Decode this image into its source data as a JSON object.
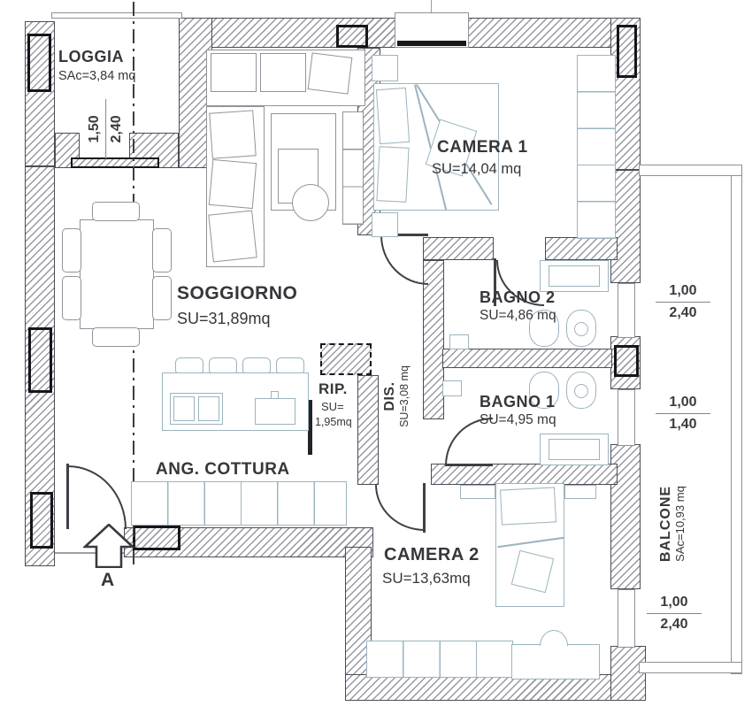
{
  "plan": {
    "rooms": {
      "loggia": {
        "name": "LOGGIA",
        "area": "SAc=3,84 mq"
      },
      "soggiorno": {
        "name": "SOGGIORNO",
        "area": "SU=31,89mq"
      },
      "camera1": {
        "name": "CAMERA 1",
        "area": "SU=14,04 mq"
      },
      "bagno2": {
        "name": "BAGNO 2",
        "area": "SU=4,86 mq"
      },
      "bagno1": {
        "name": "BAGNO 1",
        "area": "SU=4,95 mq"
      },
      "rip": {
        "name": "RIP.",
        "area_prefix": "SU=",
        "area_value": "1,95mq"
      },
      "dis": {
        "name": "DIS.",
        "area": "SU=3,08 mq"
      },
      "camera2": {
        "name": "CAMERA 2",
        "area": "SU=13,63mq"
      },
      "angCottura": {
        "name": "ANG. COTTURA"
      },
      "balcone": {
        "name": "BALCONE",
        "area": "SAc=10,93 mq"
      }
    },
    "dimensions": {
      "loggiaOpening": {
        "num": "1,50",
        "den": "2,40"
      },
      "rightTop": {
        "num": "1,00",
        "den": "2,40"
      },
      "rightMiddle": {
        "num": "1,00",
        "den": "1,40"
      },
      "rightBottom": {
        "num": "1,00",
        "den": "2,40"
      }
    },
    "entrance": {
      "label": "A"
    },
    "colors": {
      "wallEdge": "#4c4c55",
      "wallHatch": "#7d7d8c",
      "furnitureBlue": "#9bb4bf",
      "furnitureGrey": "#8f949a",
      "text": "#36363b",
      "black": "#15151a"
    }
  }
}
